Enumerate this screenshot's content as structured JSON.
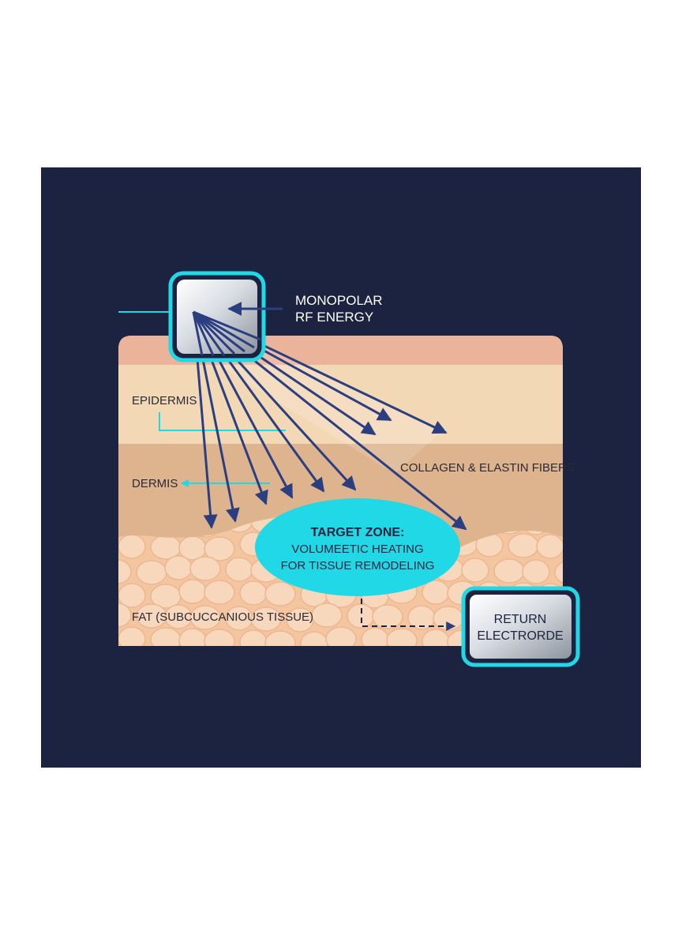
{
  "colors": {
    "panel_background": "#1b2340",
    "accent_cyan": "#20d8e6",
    "arrow_navy": "#2b3f80",
    "label_text": "#2a2a38",
    "label_text_light": "#ffffff",
    "epidermis_top": "#eab39a",
    "epidermis": "#f3d8b6",
    "dermis": "#ddb48e",
    "fat": "#f4c6a0",
    "fat_cell": "#f8d8bd"
  },
  "labels": {
    "energy_line1": "MONOPOLAR",
    "energy_line2": "RF ENERGY",
    "epidermis": "EPIDERMIS",
    "dermis": "DERMIS",
    "fibers": "COLLAGEN & ELASTIN FIBERS",
    "fat": "FAT (SUBCUCCANIOUS TISSUE)",
    "target_title": "TARGET ZONE:",
    "target_line2": "VOLUMEETIC HEATING",
    "target_line3": "FOR TISSUE REMODELING",
    "return_line1": "RETURN",
    "return_line2": "ELECTRORDE"
  },
  "icons": {
    "emitter": "electrode-icon",
    "return": "electrode-icon"
  }
}
